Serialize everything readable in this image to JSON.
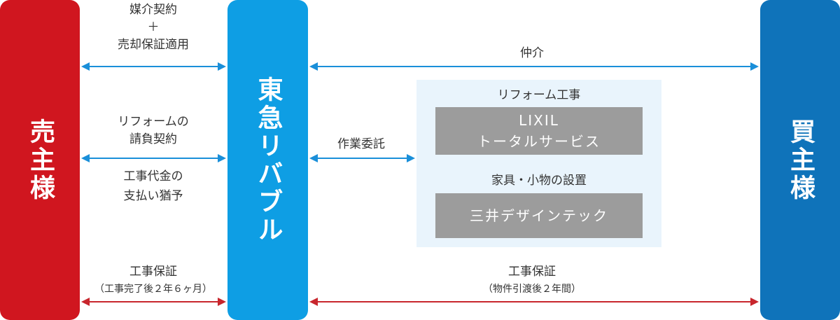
{
  "parties": {
    "seller": "売主様",
    "center": "東急リバブル",
    "buyer": "買主様"
  },
  "left_relations": {
    "brokerage": {
      "line1": "媒介契約",
      "line2": "＋",
      "line3": "売却保証適用"
    },
    "reform_contract": {
      "line1": "リフォームの",
      "line2": "請負契約"
    },
    "payment": {
      "line1": "工事代金の",
      "line2": "支払い猶予"
    },
    "warranty": {
      "title": "工事保証",
      "sub": "（工事完了後２年６ヶ月）"
    }
  },
  "right_relations": {
    "mediation": "仲介",
    "outsourcing": "作業委託",
    "warranty": {
      "title": "工事保証",
      "sub": "（物件引渡後２年間）"
    }
  },
  "panel": {
    "reform_title": "リフォーム工事",
    "contractor1": {
      "line1": "LIXIL",
      "line2": "トータルサービス"
    },
    "furniture_title": "家具・小物の設置",
    "contractor2": "三井デザインテック"
  },
  "colors": {
    "seller": "#d0161f",
    "center": "#0e9ee4",
    "buyer": "#0f73ba",
    "arrow_blue": "#1a8fd9",
    "arrow_red": "#c8262d",
    "panel_bg": "#e9f4fc",
    "contractor_box": "#9c9c9c"
  }
}
